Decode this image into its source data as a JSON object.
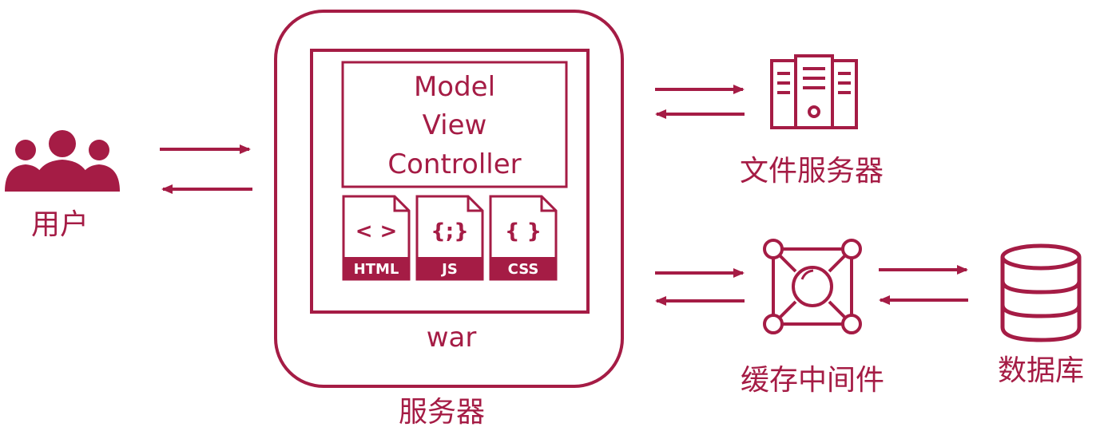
{
  "colors": {
    "accent": "#A51C45",
    "background": "#FFFFFF"
  },
  "labels": {
    "user": "用户",
    "server": "服务器",
    "war": "war",
    "file_server": "文件服务器",
    "cache_middleware": "缓存中间件",
    "database": "数据库"
  },
  "mvc": {
    "lines": [
      "Model",
      "View",
      "Controller"
    ]
  },
  "file_icons": [
    {
      "glyph": "< >",
      "label": "HTML"
    },
    {
      "glyph": "{;}",
      "label": "JS"
    },
    {
      "glyph": "{ }",
      "label": "CSS"
    }
  ],
  "icons": {
    "user": "users-group-icon",
    "file_server": "server-rack-icon",
    "cache": "network-hub-icon",
    "database": "database-icon"
  }
}
